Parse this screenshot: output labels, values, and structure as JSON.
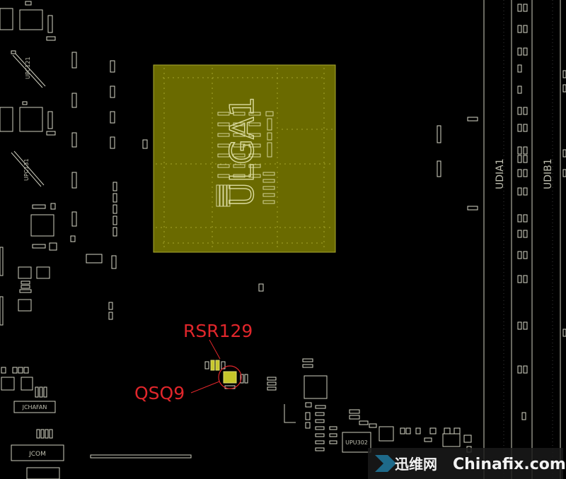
{
  "socket": {
    "label": "ULGA1"
  },
  "slots": {
    "a": "UDIA1",
    "b": "UDIB1"
  },
  "silkscreen": {
    "upc121": "UPC121",
    "upc131": "UPC131",
    "jchafan": "JCHAFAN",
    "jcom": "JCOM",
    "upu302": "UPU302"
  },
  "callouts": {
    "resistor": "RSR129",
    "mosfet": "QSQ9"
  },
  "watermark": {
    "cn": "迅维网",
    "en": "Chinafix.com"
  },
  "colors": {
    "background": "#000000",
    "socket_fill": "#6a6a00",
    "highlight": "#c6c62a",
    "callout": "#e0262b",
    "silkscreen": "#d8d8c8"
  }
}
